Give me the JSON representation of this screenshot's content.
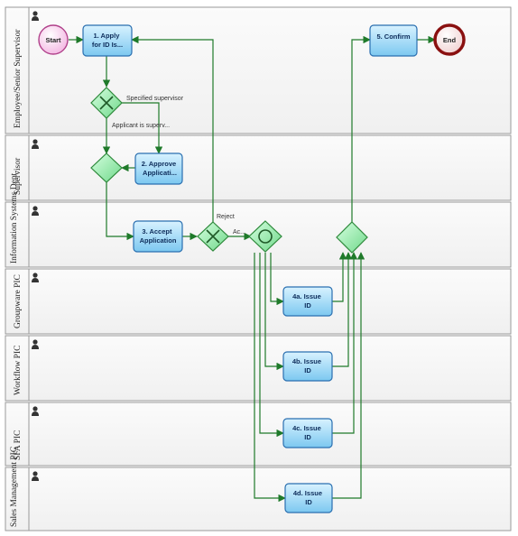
{
  "lanes": [
    {
      "label": "Employee/Senior Supervisor"
    },
    {
      "label": "Supervisor"
    },
    {
      "label": "Information Systems Dept."
    },
    {
      "label": "Groupware PIC"
    },
    {
      "label": "Workflow PIC"
    },
    {
      "label": "SFA PIC"
    },
    {
      "label": "Sales Management PIC"
    }
  ],
  "events": {
    "start": "Start",
    "end": "End"
  },
  "tasks": {
    "apply": [
      "1. Apply",
      "for ID Is..."
    ],
    "approve": [
      "2. Approve",
      "Applicati..."
    ],
    "accept": [
      "3. Accept",
      "Application"
    ],
    "issue_4a": [
      "4a. Issue",
      "ID"
    ],
    "issue_4b": [
      "4b. Issue",
      "ID"
    ],
    "issue_4c": [
      "4c. Issue",
      "ID"
    ],
    "issue_4d": [
      "4d. Issue",
      "ID"
    ],
    "confirm": [
      "5. Confirm"
    ]
  },
  "flow_labels": {
    "specified_supervisor": "Specified supervisor",
    "applicant_is_supervisor": "Applicant is superv...",
    "reject": "Reject",
    "accept": "Ac..."
  },
  "colors": {
    "task_fill": "#8fd3f5",
    "task_border": "#2a6fb0",
    "gateway_fill": "#8fe8a8",
    "gateway_border": "#2f8a3c",
    "flow": "#1f7a2a",
    "start_fill": "#f6c8e8",
    "end_border": "#8a1010"
  }
}
